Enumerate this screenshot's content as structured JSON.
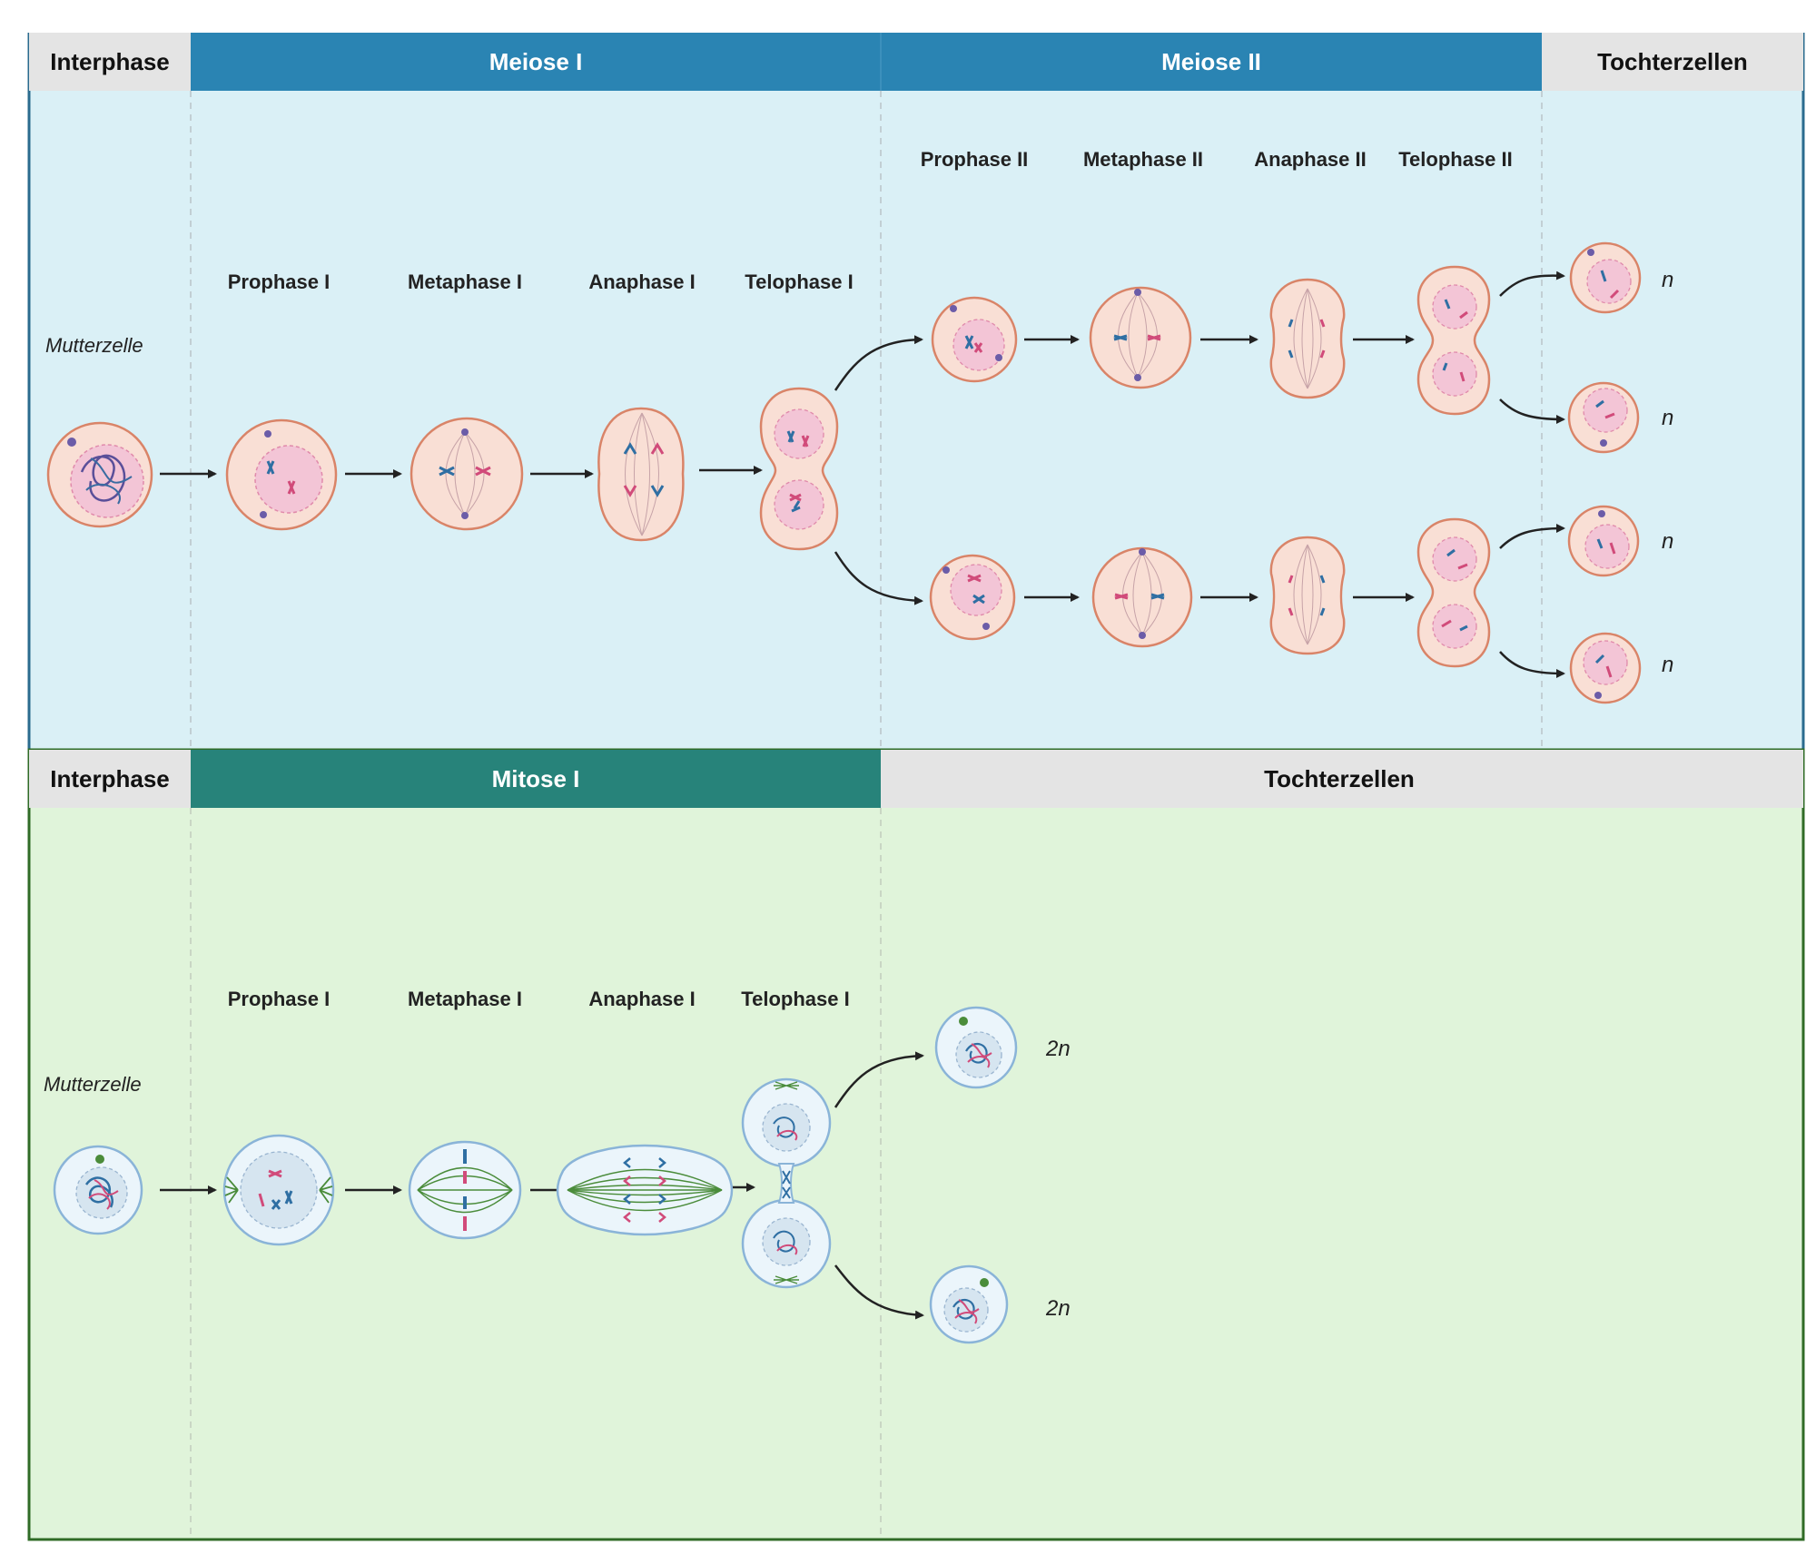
{
  "colors": {
    "meiosis_panel_bg": "#daf0f6",
    "mitosis_panel_bg": "#e0f4da",
    "meiosis_header": "#2a84b3",
    "mitosis_header": "#27837a",
    "grey_header": "#e4e4e4",
    "meiosis_border": "#2a6b8e",
    "mitosis_border": "#2f6b26",
    "meiosis_cell_fill": "#f9dfd5",
    "meiosis_cell_stroke": "#d98468",
    "meiosis_nucleus": "#f3c5d6",
    "mitosis_cell_fill": "#ebf5fb",
    "mitosis_cell_stroke": "#8ab4d8",
    "chromosome_blue": "#2f6fa3",
    "chromosome_pink": "#d14b7a",
    "spindle_green": "#4a8c3a"
  },
  "icons": [
    "cell-icon",
    "arrow-icon",
    "chromosome-icon",
    "spindle-icon",
    "centrosome-icon"
  ],
  "meiosis": {
    "headers": {
      "interphase": "Interphase",
      "meiose1": "Meiose I",
      "meiose2": "Meiose II",
      "tochter": "Tochterzellen"
    },
    "mother_label": "Mutterzelle",
    "stages1": [
      "Prophase I",
      "Metaphase I",
      "Anaphase I",
      "Telophase I"
    ],
    "stages2": [
      "Prophase II",
      "Metaphase II",
      "Anaphase II",
      "Telophase II"
    ],
    "ploidy": [
      "n",
      "n",
      "n",
      "n"
    ]
  },
  "mitosis": {
    "headers": {
      "interphase": "Interphase",
      "mitose": "Mitose I",
      "tochter": "Tochterzellen"
    },
    "mother_label": "Mutterzelle",
    "stages": [
      "Prophase I",
      "Metaphase I",
      "Anaphase I",
      "Telophase I"
    ],
    "ploidy": [
      "2n",
      "2n"
    ]
  }
}
